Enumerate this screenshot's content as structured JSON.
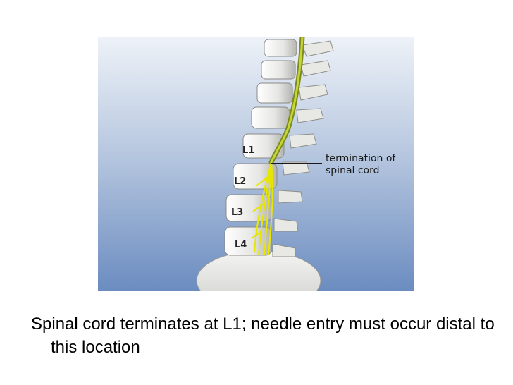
{
  "figure": {
    "vertebra_labels": [
      "L1",
      "L2",
      "L3",
      "L4"
    ],
    "annotation": "termination of spinal cord"
  },
  "caption": "Spinal cord terminates at L1; needle entry must occur distal to this location"
}
